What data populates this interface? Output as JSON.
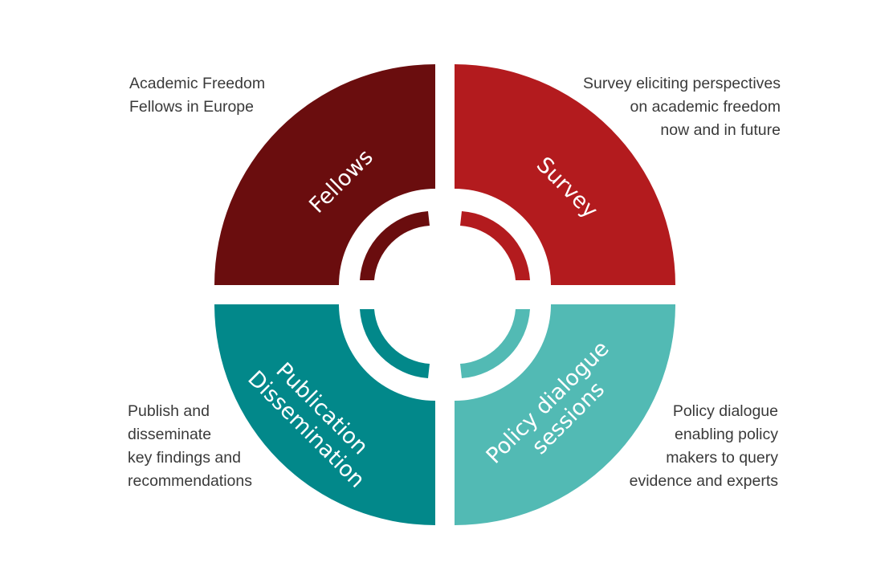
{
  "colors": {
    "fellows": "#6a0d0e",
    "survey": "#b31b1e",
    "publication": "#02888a",
    "policy": "#52bab4"
  },
  "quadrants": {
    "fellows": {
      "label_lines": [
        "Fellows"
      ],
      "description_lines": [
        "Academic Freedom",
        "Fellows in Europe"
      ]
    },
    "survey": {
      "label_lines": [
        "Survey"
      ],
      "description_lines": [
        "Survey eliciting perspectives",
        "on academic freedom",
        "now and in future"
      ]
    },
    "publication": {
      "label_lines": [
        "Publication",
        "Dissemination"
      ],
      "description_lines": [
        "Publish and",
        "disseminate",
        "key findings and",
        "recommendations"
      ]
    },
    "policy": {
      "label_lines": [
        "Policy dialogue",
        "sessions"
      ],
      "description_lines": [
        "Policy dialogue",
        "enabling policy",
        "makers to query",
        "evidence and experts"
      ]
    }
  }
}
